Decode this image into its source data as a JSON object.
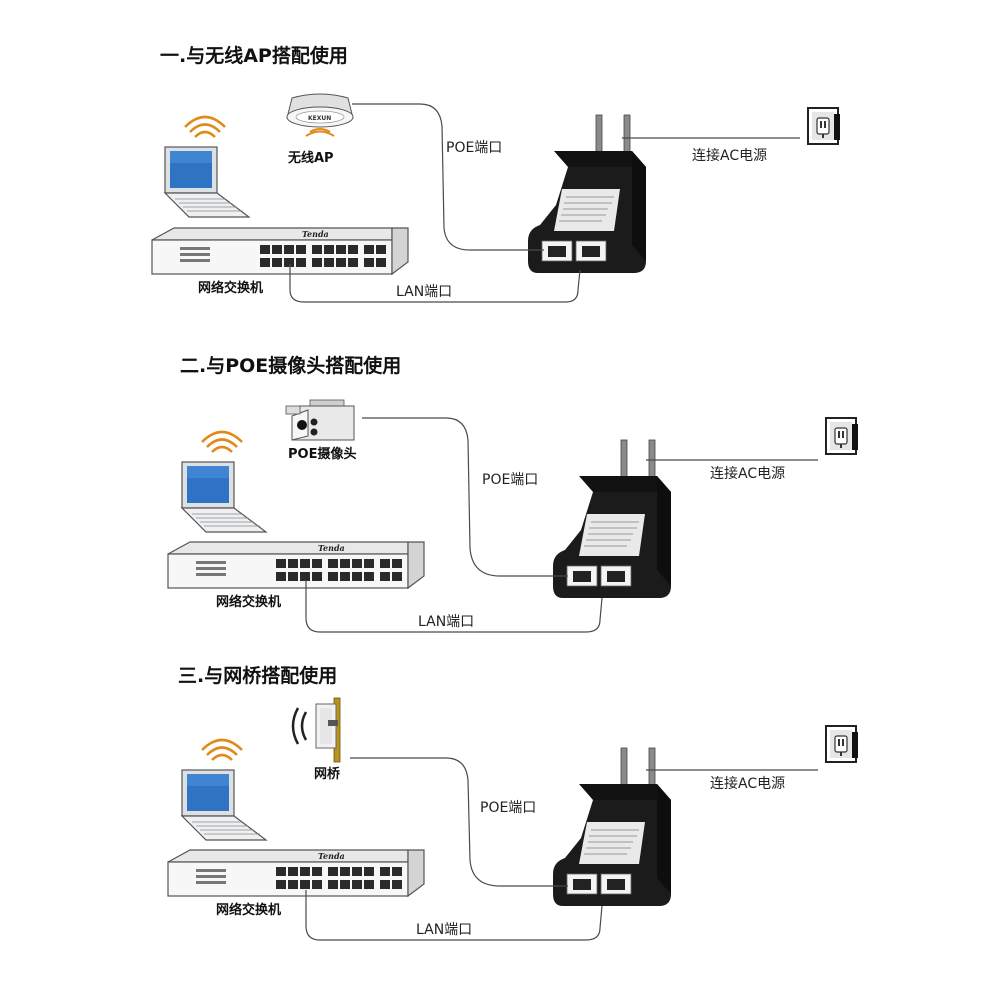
{
  "sections": [
    {
      "title": "一.与无线AP搭配使用",
      "device_label": "无线AP",
      "device_icon": "wireless-ap-icon",
      "poe_label": "POE端口",
      "ac_label": "连接AC电源",
      "lan_label": "LAN端口",
      "switch_label": "网络交换机"
    },
    {
      "title": "二.与POE摄像头搭配使用",
      "device_label": "POE摄像头",
      "device_icon": "camera-icon",
      "poe_label": "POE端口",
      "ac_label": "连接AC电源",
      "lan_label": "LAN端口",
      "switch_label": "网络交换机"
    },
    {
      "title": "三.与网桥搭配使用",
      "device_label": "网桥",
      "device_icon": "bridge-antenna-icon",
      "poe_label": "POE端口",
      "ac_label": "连接AC电源",
      "lan_label": "LAN端口",
      "switch_label": "网络交换机"
    }
  ],
  "colors": {
    "background": "#ffffff",
    "cable": "#4a4a4a",
    "adapter": "#1b1b1b",
    "screen": "#2f73c4",
    "wifi": "#e08a1a"
  }
}
